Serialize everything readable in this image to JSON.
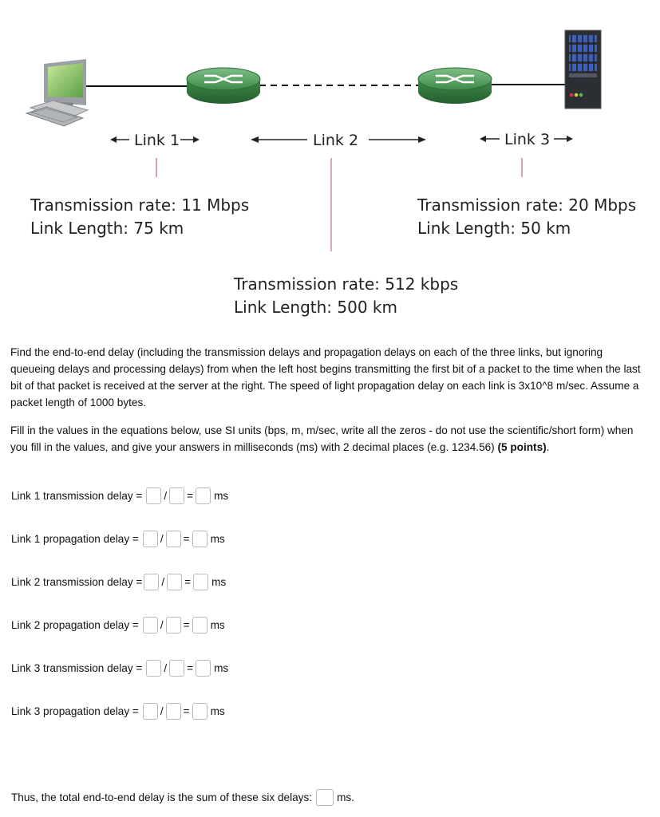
{
  "diagram": {
    "link1_label": "Link 1",
    "link2_label": "Link 2",
    "link3_label": "Link 3",
    "link1_rate": "Transmission rate: 11 Mbps",
    "link1_length": "Link Length: 75 km",
    "link2_rate": "Transmission rate: 512 kbps",
    "link2_length": "Link Length: 500 km",
    "link3_rate": "Transmission rate: 20 Mbps",
    "link3_length": "Link Length: 50 km",
    "icons": [
      "computer-icon",
      "router-icon",
      "router-icon",
      "server-icon"
    ]
  },
  "question": {
    "para1": "Find the end-to-end delay (including the transmission delays and propagation delays on each of the three links, but ignoring queueing delays and processing delays) from when the left host begins transmitting the first bit of a packet to the time when the last bit of that packet is received at the server at the right. The speed of light propagation delay on each link is 3x10^8 m/sec. Assume a packet length of 1000 bytes.",
    "para2_text": "Fill in the values in the equations below, use SI units (bps, m, m/sec, write all the zeros - do not use the scientific/short form) when you fill in the values, and give your answers in milliseconds (ms) with 2 decimal places (e.g. 1234.56) ",
    "para2_points": "(5 points)",
    "para2_end": "."
  },
  "equations": [
    {
      "label": "Link 1 transmission delay =",
      "slash": "/",
      "equals": "=",
      "unit": "ms"
    },
    {
      "label": "Link 1 propagation delay =",
      "slash": "/",
      "equals": "=",
      "unit": "ms"
    },
    {
      "label": "Link 2 transmission delay =",
      "slash": "/",
      "equals": "=",
      "unit": "ms"
    },
    {
      "label": "Link 2 propagation delay =",
      "slash": "/",
      "equals": "=",
      "unit": "ms"
    },
    {
      "label": "Link 3 transmission delay =",
      "slash": "/",
      "equals": "=",
      "unit": "ms"
    },
    {
      "label": "Link 3 propagation delay =",
      "slash": "/",
      "equals": "=",
      "unit": "ms"
    }
  ],
  "total": {
    "label": "Thus, the total end-to-end delay is the sum of these six delays:",
    "unit": "ms."
  }
}
